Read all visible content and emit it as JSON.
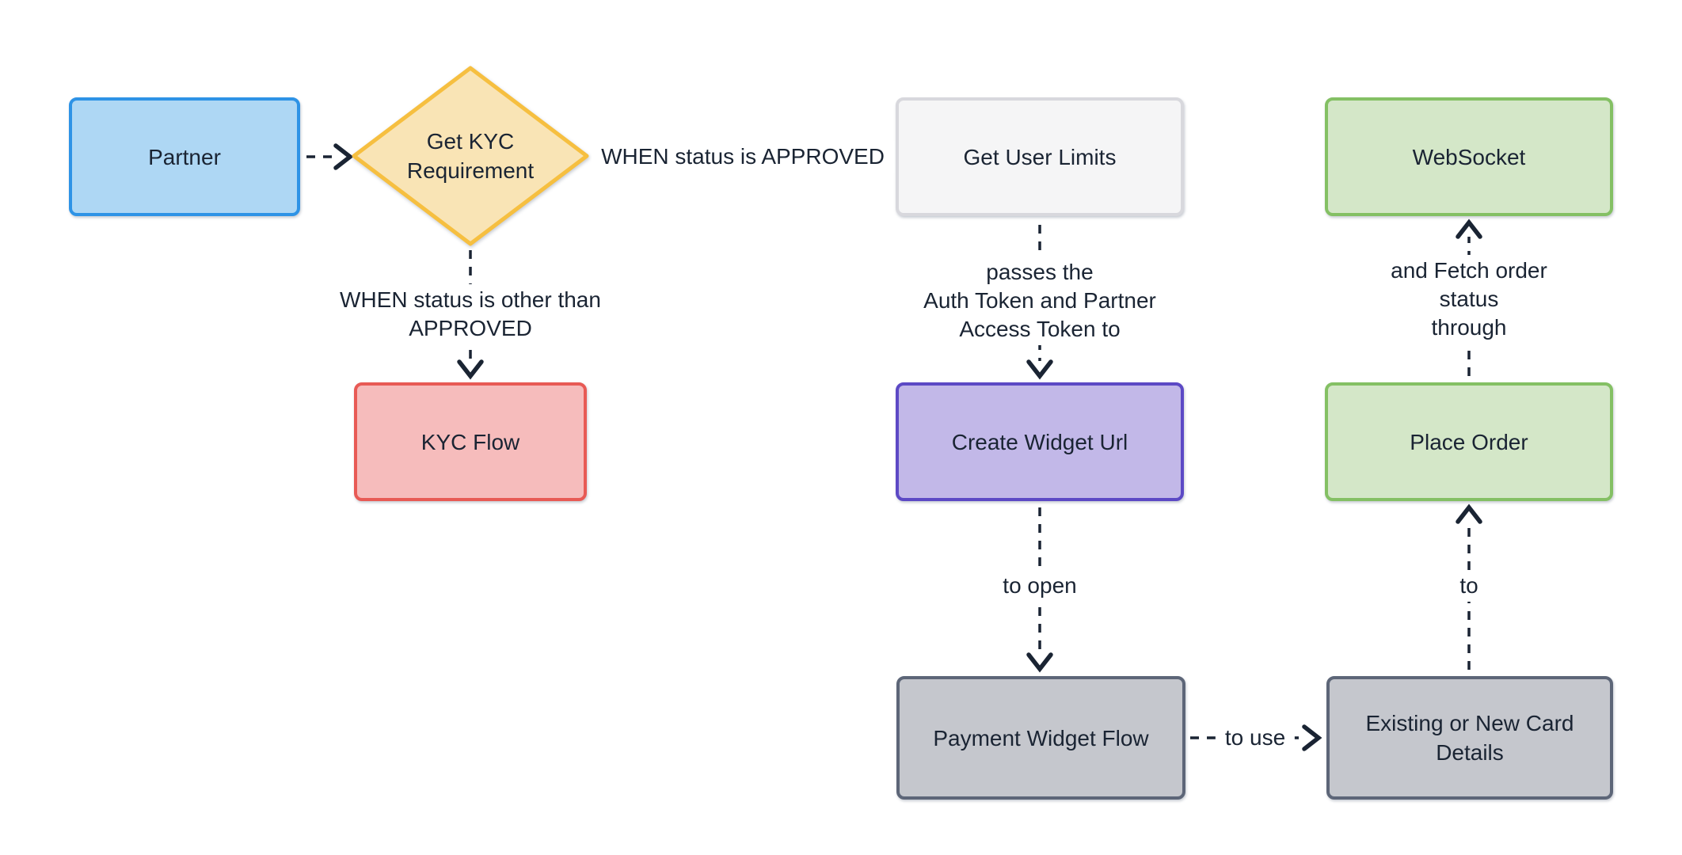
{
  "diagram": {
    "type": "flowchart",
    "background": "#ffffff",
    "colors": {
      "text": "#1a2433",
      "edge": "#1a2433",
      "blue_fill": "#aed7f4",
      "blue_border": "#2e93e6",
      "yellow_fill": "#f9e4b5",
      "yellow_border": "#f6bf40",
      "neutral_fill": "#f5f5f6",
      "neutral_border": "#d8d8dd",
      "green_fill": "#d4e7c8",
      "green_border": "#84c064",
      "red_fill": "#f6bcbc",
      "red_border": "#e85a55",
      "purple_fill": "#c2b8e8",
      "purple_border": "#5c49c5",
      "gray_fill": "#c5c7cd",
      "gray_border": "#5d6678"
    },
    "nodes": {
      "partner": {
        "label": "Partner",
        "shape": "rect",
        "fill": "#aed7f4",
        "border": "#2e93e6"
      },
      "get_kyc_requirement": {
        "label": "Get KYC\nRequirement",
        "shape": "diamond",
        "fill": "#f9e4b5",
        "border": "#f6bf40"
      },
      "get_user_limits": {
        "label": "Get User Limits",
        "shape": "rect",
        "fill": "#f5f5f6",
        "border": "#d8d8dd"
      },
      "websocket": {
        "label": "WebSocket",
        "shape": "rect",
        "fill": "#d4e7c8",
        "border": "#84c064"
      },
      "kyc_flow": {
        "label": "KYC Flow",
        "shape": "rect",
        "fill": "#f6bcbc",
        "border": "#e85a55"
      },
      "create_widget_url": {
        "label": "Create Widget Url",
        "shape": "rect",
        "fill": "#c2b8e8",
        "border": "#5c49c5"
      },
      "place_order": {
        "label": "Place Order",
        "shape": "rect",
        "fill": "#d4e7c8",
        "border": "#84c064"
      },
      "payment_widget_flow": {
        "label": "Payment Widget Flow",
        "shape": "rect",
        "fill": "#c5c7cd",
        "border": "#5d6678"
      },
      "existing_or_new_card": {
        "label": "Existing or New Card\nDetails",
        "shape": "rect",
        "fill": "#c5c7cd",
        "border": "#5d6678"
      }
    },
    "edges": {
      "partner_to_kyc_req": {
        "from": "partner",
        "to": "get_kyc_requirement",
        "label": "",
        "style": "dashed"
      },
      "kyc_req_to_limits": {
        "from": "get_kyc_requirement",
        "to": "get_user_limits",
        "label": "WHEN status is APPROVED",
        "style": "dashed"
      },
      "kyc_req_to_kyc_flow": {
        "from": "get_kyc_requirement",
        "to": "kyc_flow",
        "label": "WHEN status is other than\nAPPROVED",
        "style": "dashed"
      },
      "limits_to_widget_url": {
        "from": "get_user_limits",
        "to": "create_widget_url",
        "label": "passes the\nAuth Token and Partner\nAccess Token to",
        "style": "dashed"
      },
      "widget_url_to_payment": {
        "from": "create_widget_url",
        "to": "payment_widget_flow",
        "label": "to open",
        "style": "dashed"
      },
      "payment_to_card": {
        "from": "payment_widget_flow",
        "to": "existing_or_new_card",
        "label": "to use",
        "style": "dashed"
      },
      "card_to_place_order": {
        "from": "existing_or_new_card",
        "to": "place_order",
        "label": "to",
        "style": "dashed"
      },
      "place_order_to_websocket": {
        "from": "place_order",
        "to": "websocket",
        "label": "and Fetch order status\nthrough",
        "style": "dashed"
      }
    }
  }
}
